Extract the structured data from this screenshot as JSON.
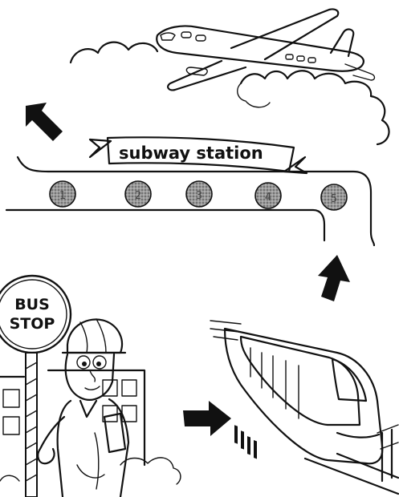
{
  "banner": {
    "text": "subway station"
  },
  "bus_stop": {
    "line1": "BUS",
    "line2": "STOP"
  },
  "stations": [
    {
      "label": "1"
    },
    {
      "label": "2"
    },
    {
      "label": "3"
    },
    {
      "label": "4"
    },
    {
      "label": "5"
    }
  ],
  "colors": {
    "ink": "#111111",
    "station_fill": "#8a8a8a",
    "train_shade": "#b5b5b5"
  },
  "icons": [
    "airplane-icon",
    "arrow-icon",
    "train-icon",
    "bus-stop-sign-icon",
    "child-icon",
    "building-icon"
  ]
}
